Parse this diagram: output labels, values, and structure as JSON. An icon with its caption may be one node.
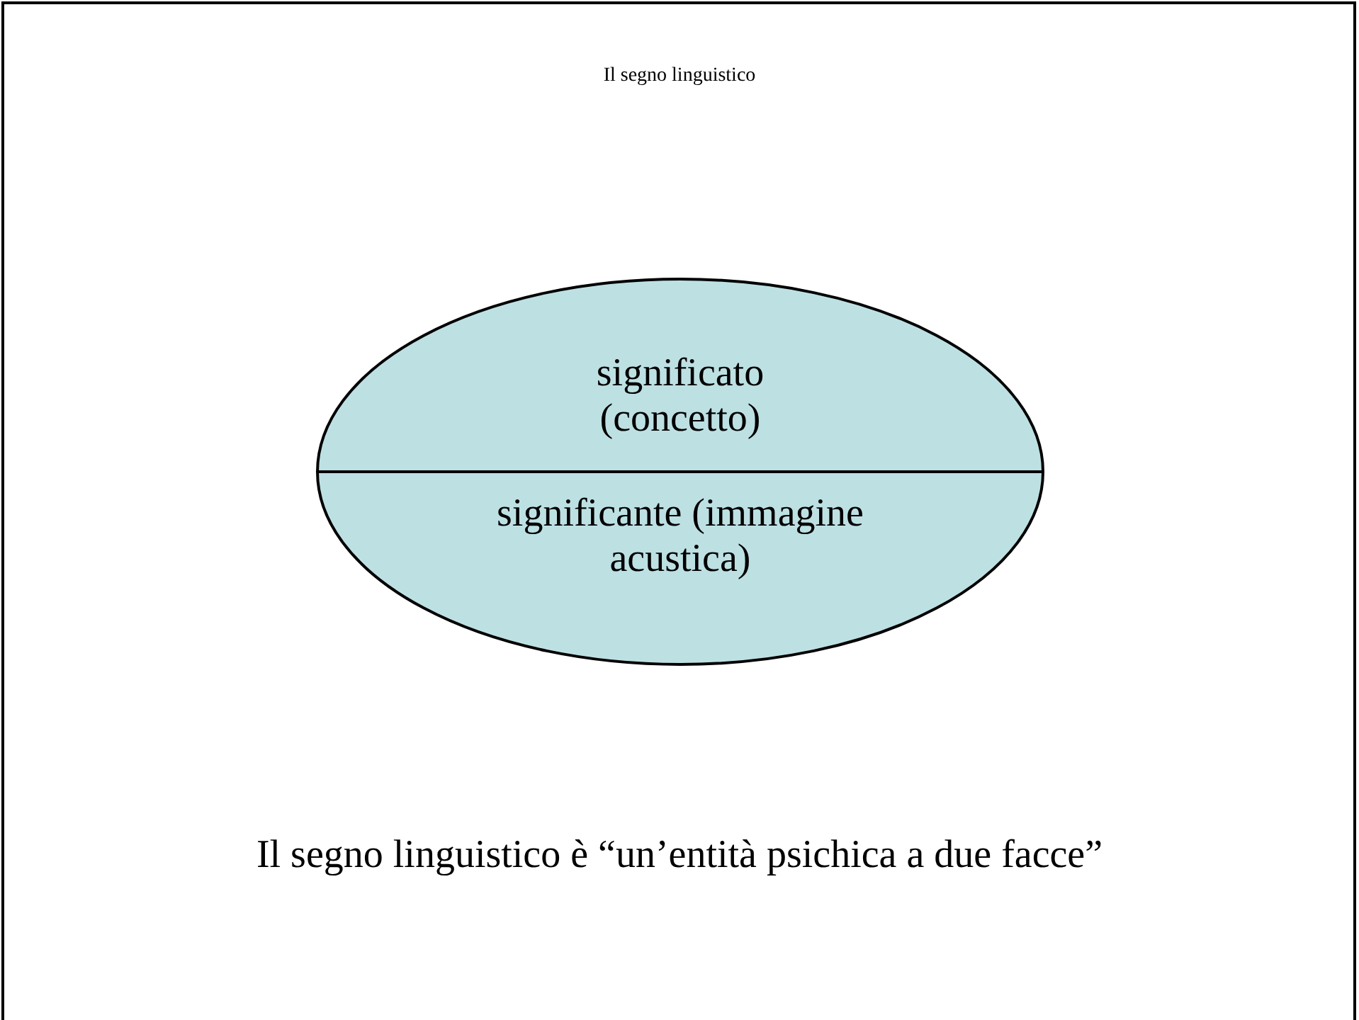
{
  "diagram": {
    "title": "Il segno linguistico",
    "caption": "Il segno linguistico è “un’entità psichica a due facce”",
    "nodes": [
      {
        "text": [
          "significato (concetto)"
        ]
      },
      {
        "text": [
          "significante (immagine acustica)"
        ]
      }
    ]
  }
}
